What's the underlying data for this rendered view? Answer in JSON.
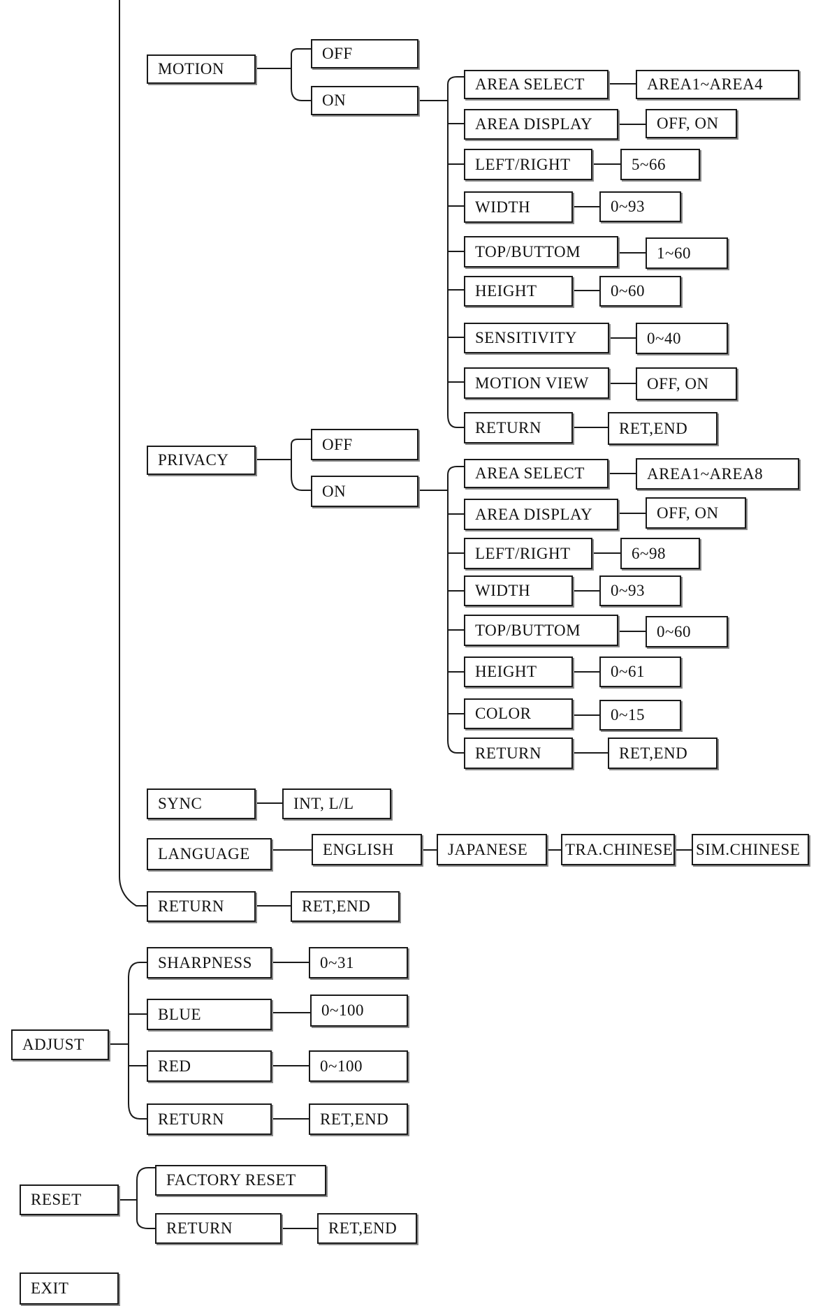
{
  "menu": {
    "motion": {
      "label": "MOTION",
      "off": "OFF",
      "on": "ON",
      "items": [
        {
          "label": "AREA SELECT",
          "value": "AREA1~AREA4"
        },
        {
          "label": "AREA DISPLAY",
          "value": "OFF, ON"
        },
        {
          "label": "LEFT/RIGHT",
          "value": "5~66"
        },
        {
          "label": "WIDTH",
          "value": "0~93"
        },
        {
          "label": "TOP/BUTTOM",
          "value": "1~60"
        },
        {
          "label": "HEIGHT",
          "value": "0~60"
        },
        {
          "label": "SENSITIVITY",
          "value": "0~40"
        },
        {
          "label": "MOTION VIEW",
          "value": "OFF, ON"
        },
        {
          "label": "RETURN",
          "value": "RET,END"
        }
      ]
    },
    "privacy": {
      "label": "PRIVACY",
      "off": "OFF",
      "on": "ON",
      "items": [
        {
          "label": "AREA SELECT",
          "value": "AREA1~AREA8"
        },
        {
          "label": "AREA DISPLAY",
          "value": "OFF, ON"
        },
        {
          "label": "LEFT/RIGHT",
          "value": "6~98"
        },
        {
          "label": "WIDTH",
          "value": "0~93"
        },
        {
          "label": "TOP/BUTTOM",
          "value": "0~60"
        },
        {
          "label": "HEIGHT",
          "value": "0~61"
        },
        {
          "label": "COLOR",
          "value": "0~15"
        },
        {
          "label": "RETURN",
          "value": "RET,END"
        }
      ]
    },
    "sync": {
      "label": "SYNC",
      "value": "INT, L/L"
    },
    "language": {
      "label": "LANGUAGE",
      "options": [
        "ENGLISH",
        "JAPANESE",
        "TRA.CHINESE",
        "SIM.CHINESE"
      ]
    },
    "return": {
      "label": "RETURN",
      "value": "RET,END"
    },
    "adjust": {
      "label": "ADJUST",
      "items": [
        {
          "label": "SHARPNESS",
          "value": "0~31"
        },
        {
          "label": "BLUE",
          "value": "0~100"
        },
        {
          "label": "RED",
          "value": "0~100"
        },
        {
          "label": "RETURN",
          "value": "RET,END"
        }
      ]
    },
    "reset": {
      "label": "RESET",
      "factory": "FACTORY RESET",
      "return_label": "RETURN",
      "return_value": "RET,END"
    },
    "exit": {
      "label": "EXIT"
    }
  }
}
